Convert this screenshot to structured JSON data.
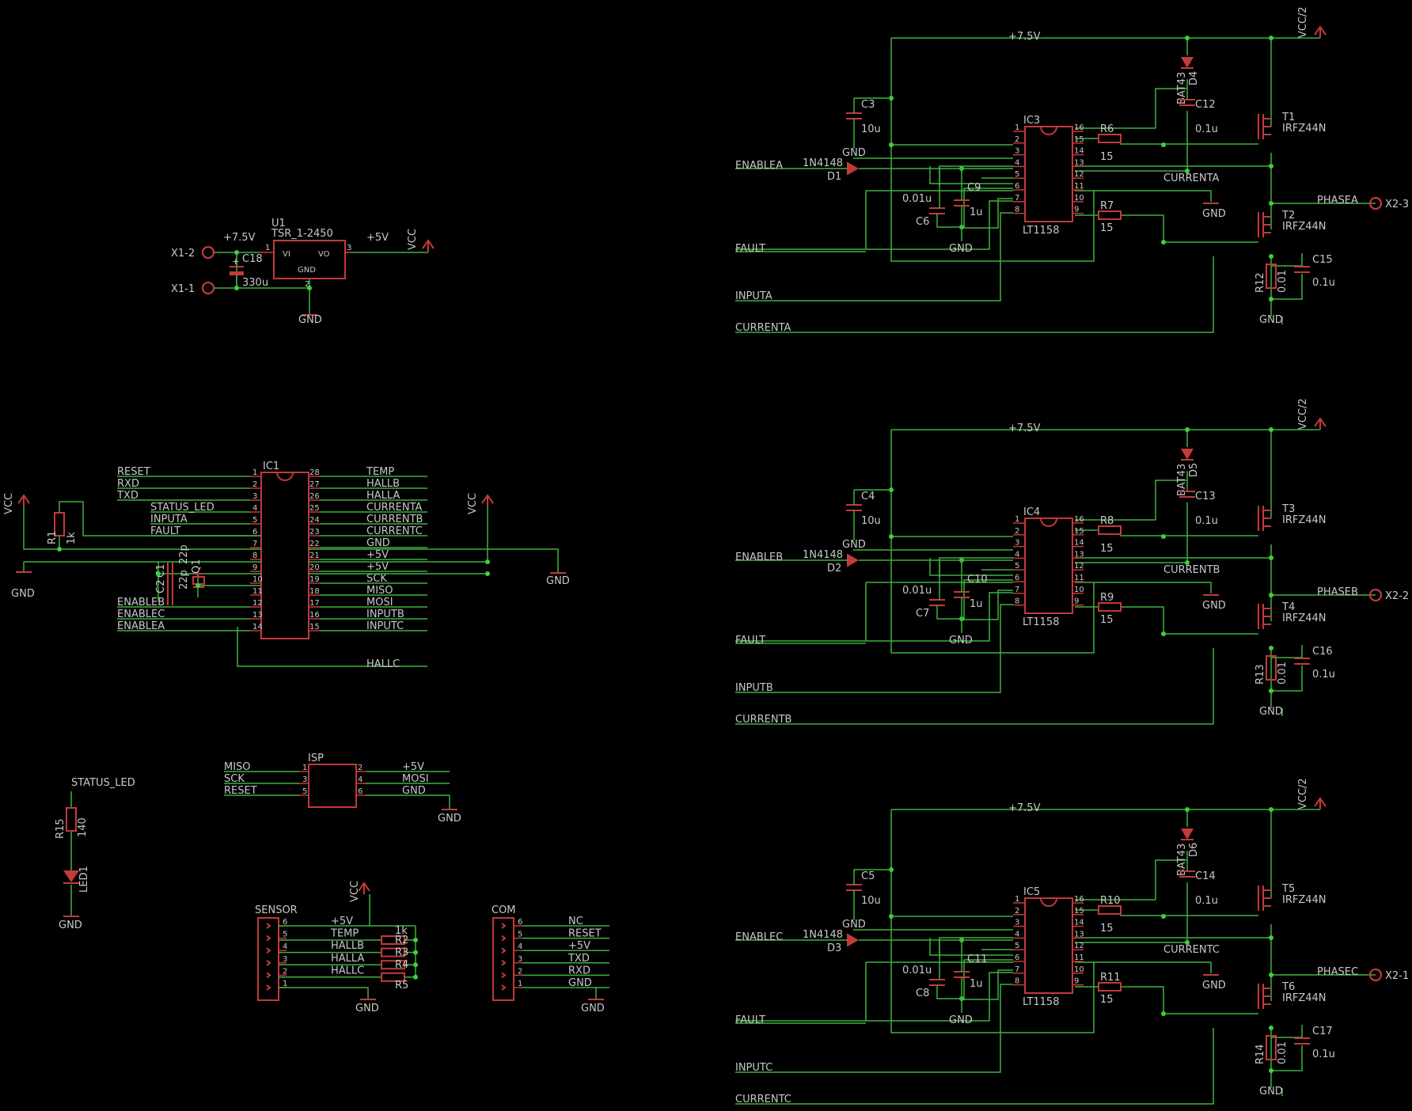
{
  "ic1": {
    "name": "IC1",
    "left_pins": [
      {
        "num": "1",
        "net": "RESET"
      },
      {
        "num": "2",
        "net": "RXD"
      },
      {
        "num": "3",
        "net": "TXD"
      },
      {
        "num": "4",
        "net": "STATUS_LED"
      },
      {
        "num": "5",
        "net": "INPUTA"
      },
      {
        "num": "6",
        "net": "FAULT"
      },
      {
        "num": "7",
        "net": ""
      },
      {
        "num": "8",
        "net": ""
      },
      {
        "num": "9",
        "net": ""
      },
      {
        "num": "10",
        "net": ""
      },
      {
        "num": "11",
        "net": ""
      },
      {
        "num": "12",
        "net": "ENABLEB"
      },
      {
        "num": "13",
        "net": "ENABLEC"
      },
      {
        "num": "14",
        "net": "ENABLEA"
      }
    ],
    "right_pins": [
      {
        "num": "28",
        "net": "TEMP"
      },
      {
        "num": "27",
        "net": "HALLB"
      },
      {
        "num": "26",
        "net": "HALLA"
      },
      {
        "num": "25",
        "net": "CURRENTA"
      },
      {
        "num": "24",
        "net": "CURRENTB"
      },
      {
        "num": "23",
        "net": "CURRENTC"
      },
      {
        "num": "22",
        "net": "GND"
      },
      {
        "num": "21",
        "net": "+5V"
      },
      {
        "num": "20",
        "net": "+5V"
      },
      {
        "num": "19",
        "net": "SCK"
      },
      {
        "num": "18",
        "net": "MISO"
      },
      {
        "num": "17",
        "net": "MOSI"
      },
      {
        "num": "16",
        "net": "INPUTB"
      },
      {
        "num": "15",
        "net": "INPUTC"
      }
    ],
    "hallc": "HALLC"
  },
  "mcu_area": {
    "vcc_left": "VCC",
    "vcc_right": "VCC",
    "gnd_left": "GND",
    "gnd_right": "GND",
    "r1_name": "R1",
    "r1_value": "1k",
    "c1_name": "C1",
    "c1_value": "22p",
    "c2_name": "C2",
    "c2_value": "22p",
    "q1_name": "Q1"
  },
  "regulator": {
    "name": "U1",
    "value": "TSR_1-2450",
    "vi": "VI",
    "vo": "VO",
    "gnd_label": "GND",
    "pin1": "1",
    "pin2": "2",
    "pin3": "3",
    "in_rail": "+7.5V",
    "out_rail": "+5V",
    "vcc": "VCC",
    "gnd": "GND",
    "x1_2": "X1-2",
    "x1_1": "X1-1",
    "cap_name": "C18",
    "cap_value": "330u",
    "cap_plus": "+"
  },
  "status_led": {
    "net": "STATUS_LED",
    "r_name": "R15",
    "r_value": "140",
    "led_name": "LED1",
    "gnd": "GND"
  },
  "isp": {
    "name": "ISP",
    "left": [
      {
        "num": "1",
        "net": "MISO"
      },
      {
        "num": "3",
        "net": "SCK"
      },
      {
        "num": "5",
        "net": "RESET"
      }
    ],
    "right": [
      {
        "num": "2",
        "net": "+5V"
      },
      {
        "num": "4",
        "net": "MOSI"
      },
      {
        "num": "6",
        "net": "GND"
      }
    ],
    "gnd": "GND"
  },
  "sensor": {
    "name": "SENSOR",
    "pins": [
      {
        "num": "6",
        "net": "+5V"
      },
      {
        "num": "5",
        "net": "TEMP"
      },
      {
        "num": "4",
        "net": "HALLB"
      },
      {
        "num": "3",
        "net": "HALLA"
      },
      {
        "num": "2",
        "net": "HALLC"
      },
      {
        "num": "1",
        "net": ""
      }
    ],
    "resistors": [
      "R2",
      "R3",
      "R4",
      "R5"
    ],
    "res_value": "1k",
    "vcc": "VCC",
    "gnd": "GND"
  },
  "com": {
    "name": "COM",
    "pins": [
      {
        "num": "6",
        "net": "NC"
      },
      {
        "num": "5",
        "net": "RESET"
      },
      {
        "num": "4",
        "net": "+5V"
      },
      {
        "num": "3",
        "net": "TXD"
      },
      {
        "num": "2",
        "net": "RXD"
      },
      {
        "num": "1",
        "net": "GND"
      }
    ],
    "gnd": "GND"
  },
  "phases": [
    {
      "rail": "+7.5V",
      "vcc": "VCC/2",
      "ic": "IC3",
      "ic_value": "LT1158",
      "c_in": "C3",
      "c_in_value": "10u",
      "c_a": "C6",
      "c_a_value": "0.01u",
      "c_b": "C9",
      "c_b_value": "1u",
      "c_boot": "C12",
      "c_boot_value": "0.1u",
      "c_sense": "C15",
      "c_sense_value": "0.1u",
      "d_boot": "D4",
      "d_boot_value": "BAT43",
      "d_en": "D1",
      "d_en_value": "1N4148",
      "r_top": "R6",
      "r_top_value": "15",
      "r_bot": "R7",
      "r_bot_value": "15",
      "r_sense": "R12",
      "r_sense_value": "0.01",
      "t_top": "T1",
      "t_top_value": "IRFZ44N",
      "t_bot": "T2",
      "t_bot_value": "IRFZ44N",
      "enable": "ENABLEA",
      "fault": "FAULT",
      "input": "INPUTA",
      "current": "CURRENTA",
      "phase": "PHASEA",
      "conn": "X2-3",
      "gnd": "GND"
    },
    {
      "rail": "+7.5V",
      "vcc": "VCC/2",
      "ic": "IC4",
      "ic_value": "LT1158",
      "c_in": "C4",
      "c_in_value": "10u",
      "c_a": "C7",
      "c_a_value": "0.01u",
      "c_b": "C10",
      "c_b_value": "1u",
      "c_boot": "C13",
      "c_boot_value": "0.1u",
      "c_sense": "C16",
      "c_sense_value": "0.1u",
      "d_boot": "D5",
      "d_boot_value": "BAT43",
      "d_en": "D2",
      "d_en_value": "1N4148",
      "r_top": "R8",
      "r_top_value": "15",
      "r_bot": "R9",
      "r_bot_value": "15",
      "r_sense": "R13",
      "r_sense_value": "0.01",
      "t_top": "T3",
      "t_top_value": "IRFZ44N",
      "t_bot": "T4",
      "t_bot_value": "IRFZ44N",
      "enable": "ENABLEB",
      "fault": "FAULT",
      "input": "INPUTB",
      "current": "CURRENTB",
      "phase": "PHASEB",
      "conn": "X2-2",
      "gnd": "GND"
    },
    {
      "rail": "+7.5V",
      "vcc": "VCC/2",
      "ic": "IC5",
      "ic_value": "LT1158",
      "c_in": "C5",
      "c_in_value": "10u",
      "c_a": "C8",
      "c_a_value": "0.01u",
      "c_b": "C11",
      "c_b_value": "1u",
      "c_boot": "C14",
      "c_boot_value": "0.1u",
      "c_sense": "C17",
      "c_sense_value": "0.1u",
      "d_boot": "D6",
      "d_boot_value": "BAT43",
      "d_en": "D3",
      "d_en_value": "1N4148",
      "r_top": "R10",
      "r_top_value": "15",
      "r_bot": "R11",
      "r_bot_value": "15",
      "r_sense": "R14",
      "r_sense_value": "0.01",
      "t_top": "T5",
      "t_top_value": "IRFZ44N",
      "t_bot": "T6",
      "t_bot_value": "IRFZ44N",
      "enable": "ENABLEC",
      "fault": "FAULT",
      "input": "INPUTC",
      "current": "CURRENTC",
      "phase": "PHASEC",
      "conn": "X2-1",
      "gnd": "GND"
    }
  ],
  "lt1158_pins": {
    "left": [
      "1",
      "2",
      "3",
      "4",
      "5",
      "6",
      "7",
      "8"
    ],
    "right": [
      "16",
      "15",
      "14",
      "13",
      "12",
      "11",
      "10",
      "9"
    ]
  }
}
